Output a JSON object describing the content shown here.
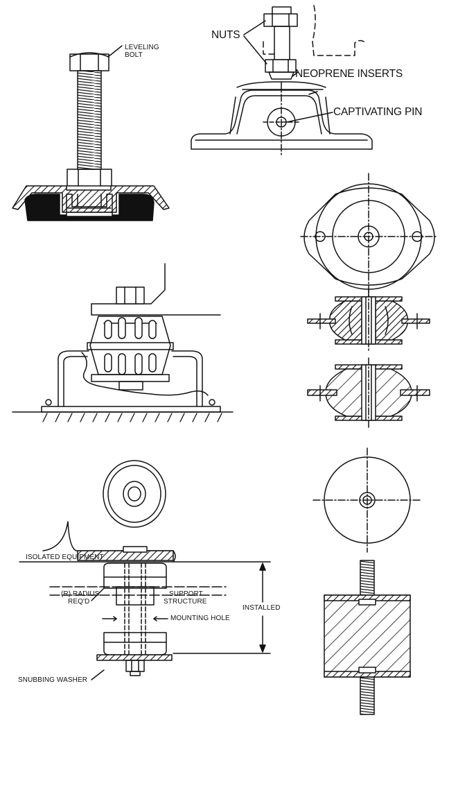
{
  "figure_labels": {
    "leveling_bolt": [
      "LEVELING",
      "BOLT"
    ],
    "nuts": "NUTS",
    "neoprene_inserts": "NEOPRENE INSERTS",
    "captivating_pin": "CAPTIVATING PIN",
    "isolated_equipment": "ISOLATED EQUIPMENT",
    "radius_reqd": [
      "(R) RADIUS",
      "REQ'D"
    ],
    "support_structure": [
      "SUPPORT",
      "STRUCTURE"
    ],
    "mounting_hole": "MOUNTING HOLE",
    "installed": "INSTALLED",
    "snubbing_washer": "SNUBBING WASHER"
  },
  "colors": {
    "ink": "#111111",
    "paper": "#ffffff"
  }
}
